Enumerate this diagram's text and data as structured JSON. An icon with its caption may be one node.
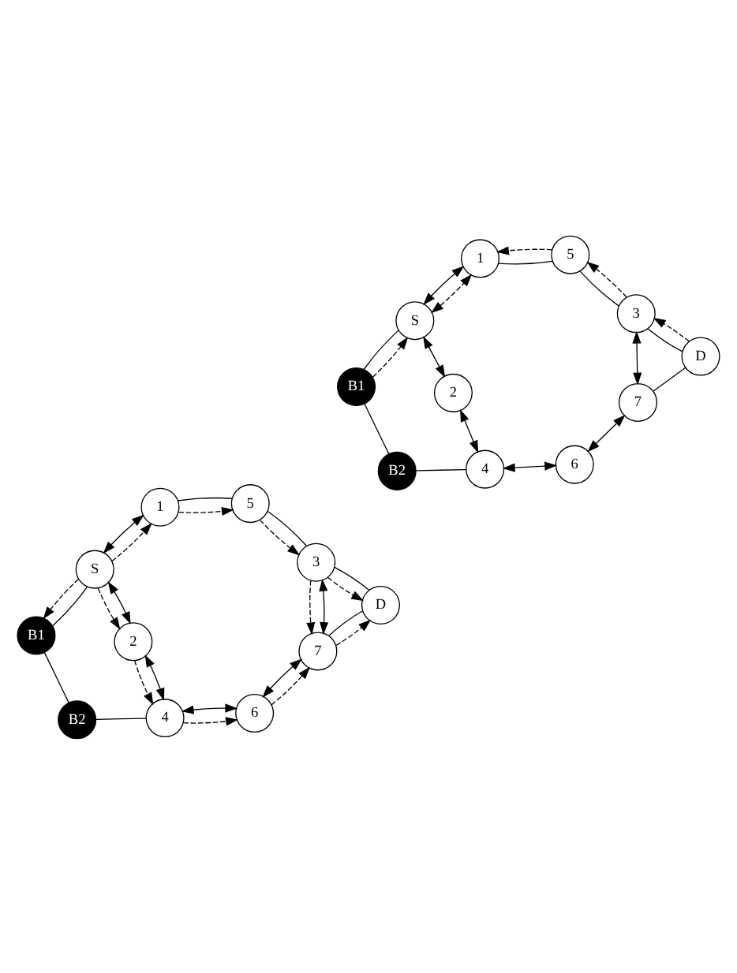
{
  "diagram": {
    "nodes": [
      {
        "text": [
          "1"
        ]
      },
      {
        "text": [
          "5"
        ]
      },
      {
        "text": [
          "3"
        ]
      },
      {
        "text": [
          "D"
        ]
      },
      {
        "text": [
          "S"
        ]
      },
      {
        "text": [
          "B1"
        ]
      },
      {
        "text": [
          "B2"
        ]
      },
      {
        "text": [
          "7"
        ]
      },
      {
        "text": [
          "2"
        ]
      },
      {
        "text": [
          "4"
        ]
      },
      {
        "text": [
          "6"
        ]
      },
      {
        "text": [
          "1"
        ]
      },
      {
        "text": [
          "5"
        ]
      },
      {
        "text": [
          "3"
        ]
      },
      {
        "text": [
          "D"
        ]
      },
      {
        "text": [
          "S"
        ]
      },
      {
        "text": [
          "B1"
        ]
      },
      {
        "text": [
          "B2"
        ]
      },
      {
        "text": [
          "7"
        ]
      },
      {
        "text": [
          "2"
        ]
      },
      {
        "text": [
          "4"
        ]
      },
      {
        "text": [
          "6"
        ]
      }
    ],
    "edges": [
      {
        "from": 4,
        "to": 0,
        "arrow": "both"
      },
      {
        "from": 4,
        "to": 0,
        "arrow": "to",
        "style": "dashed"
      },
      {
        "from": 0,
        "to": 1,
        "arrow": "none"
      },
      {
        "from": 0,
        "to": 1,
        "arrow": "to",
        "style": "dashed"
      },
      {
        "from": 1,
        "to": 2,
        "arrow": "none"
      },
      {
        "from": 1,
        "to": 2,
        "arrow": "to",
        "style": "dashed"
      },
      {
        "from": 2,
        "to": 3,
        "arrow": "none"
      },
      {
        "from": 2,
        "to": 3,
        "arrow": "to",
        "style": "dashed"
      },
      {
        "from": 2,
        "to": 7,
        "arrow": "both"
      },
      {
        "from": 2,
        "to": 7,
        "arrow": "to",
        "style": "dashed"
      },
      {
        "from": 7,
        "to": 3,
        "arrow": "none"
      },
      {
        "from": 7,
        "to": 3,
        "arrow": "to",
        "style": "dashed"
      },
      {
        "from": 4,
        "to": 5,
        "arrow": "none"
      },
      {
        "from": 4,
        "to": 5,
        "arrow": "to",
        "style": "dashed"
      },
      {
        "from": 5,
        "to": 6,
        "arrow": "none"
      },
      {
        "from": 6,
        "to": 9,
        "arrow": "none"
      },
      {
        "from": 4,
        "to": 8,
        "arrow": "both"
      },
      {
        "from": 4,
        "to": 8,
        "arrow": "to",
        "style": "dashed"
      },
      {
        "from": 8,
        "to": 9,
        "arrow": "both"
      },
      {
        "from": 8,
        "to": 9,
        "arrow": "to",
        "style": "dashed"
      },
      {
        "from": 9,
        "to": 10,
        "arrow": "both"
      },
      {
        "from": 9,
        "to": 10,
        "arrow": "to",
        "style": "dashed"
      },
      {
        "from": 10,
        "to": 7,
        "arrow": "both"
      },
      {
        "from": 10,
        "to": 7,
        "arrow": "to",
        "style": "dashed"
      },
      {
        "from": 15,
        "to": 11,
        "arrow": "both"
      },
      {
        "from": 15,
        "to": 11,
        "arrow": "both",
        "style": "dashed"
      },
      {
        "from": 12,
        "to": 11,
        "arrow": "none"
      },
      {
        "from": 12,
        "to": 11,
        "arrow": "to",
        "style": "dashed"
      },
      {
        "from": 13,
        "to": 12,
        "arrow": "none"
      },
      {
        "from": 13,
        "to": 12,
        "arrow": "to",
        "style": "dashed"
      },
      {
        "from": 14,
        "to": 13,
        "arrow": "none"
      },
      {
        "from": 14,
        "to": 13,
        "arrow": "to",
        "style": "dashed"
      },
      {
        "from": 13,
        "to": 18,
        "arrow": "both"
      },
      {
        "from": 14,
        "to": 18,
        "arrow": "none"
      },
      {
        "from": 16,
        "to": 15,
        "arrow": "none"
      },
      {
        "from": 16,
        "to": 15,
        "arrow": "to",
        "style": "dashed"
      },
      {
        "from": 16,
        "to": 17,
        "arrow": "none"
      },
      {
        "from": 17,
        "to": 20,
        "arrow": "none"
      },
      {
        "from": 15,
        "to": 19,
        "arrow": "both"
      },
      {
        "from": 19,
        "to": 20,
        "arrow": "both"
      },
      {
        "from": 20,
        "to": 21,
        "arrow": "both"
      },
      {
        "from": 21,
        "to": 18,
        "arrow": "both"
      }
    ]
  }
}
